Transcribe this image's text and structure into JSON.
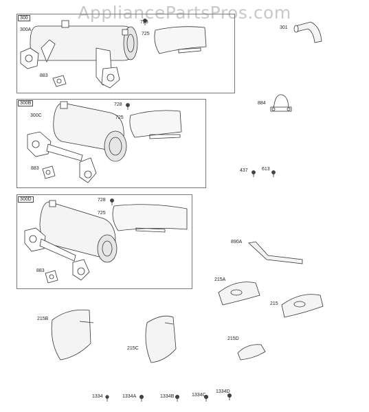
{
  "watermark": "AppliancePartsPros.com",
  "groups": {
    "group1": {
      "box_label": "300",
      "sub_label": "300A",
      "bracket": "725",
      "screw": "728",
      "gasket": "883"
    },
    "group2": {
      "box_label": "300B",
      "sub_label": "300C",
      "bracket": "725",
      "screw": "728",
      "gasket": "883"
    },
    "group3": {
      "box_label": "300D",
      "bracket": "725",
      "screw": "728",
      "gasket": "883"
    }
  },
  "parts": {
    "p301": "301",
    "p884": "884",
    "p437": "437",
    "p613": "613",
    "p890A": "890A",
    "p215A": "215A",
    "p215": "215",
    "p215B": "215B",
    "p215C": "215C",
    "p215D": "215D",
    "p1334": "1334",
    "p1334A": "1334A",
    "p1334B": "1334B",
    "p1334C": "1334C",
    "p1334D": "1334D"
  }
}
